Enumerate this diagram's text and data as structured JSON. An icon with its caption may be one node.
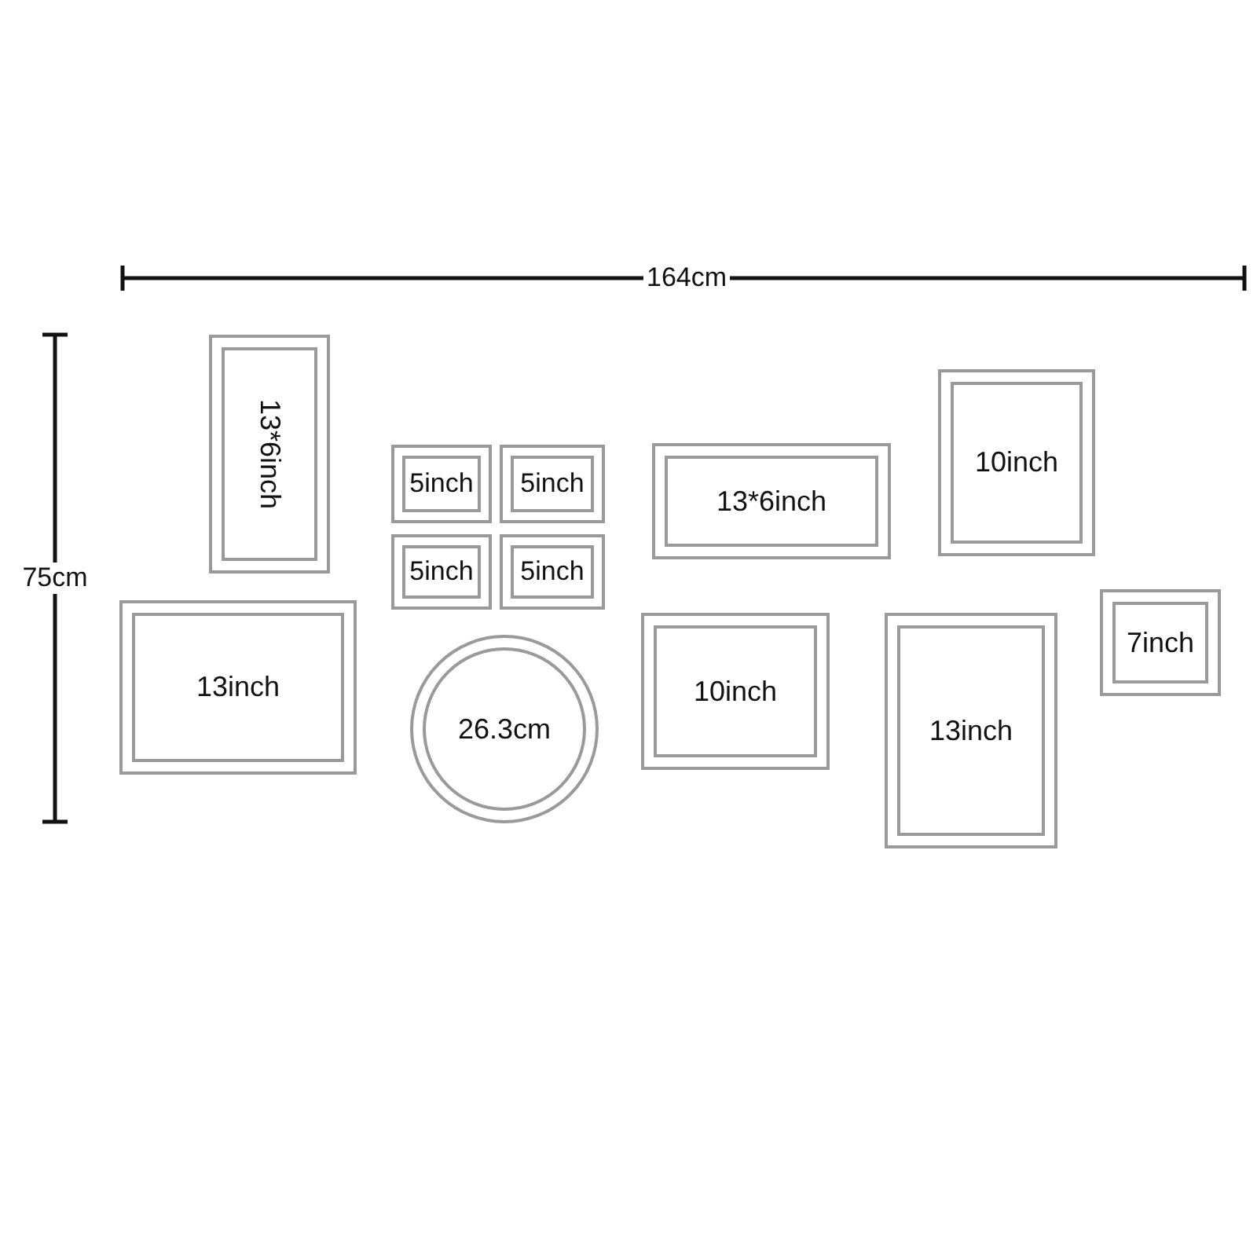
{
  "diagram": {
    "nodes": [
      {
        "text": [
          "13*6inch"
        ]
      },
      {
        "text": [
          "5inch"
        ]
      },
      {
        "text": [
          "5inch"
        ]
      },
      {
        "text": [
          "5inch"
        ]
      },
      {
        "text": [
          "5inch"
        ]
      },
      {
        "text": [
          "13*6inch"
        ]
      },
      {
        "text": [
          "10inch"
        ]
      },
      {
        "text": [
          "13inch"
        ]
      },
      {
        "text": [
          "26.3cm"
        ]
      },
      {
        "text": [
          "10inch"
        ]
      },
      {
        "text": [
          "13inch"
        ]
      },
      {
        "text": [
          "7inch"
        ]
      }
    ],
    "labels": [
      "164cm",
      "75cm"
    ]
  }
}
